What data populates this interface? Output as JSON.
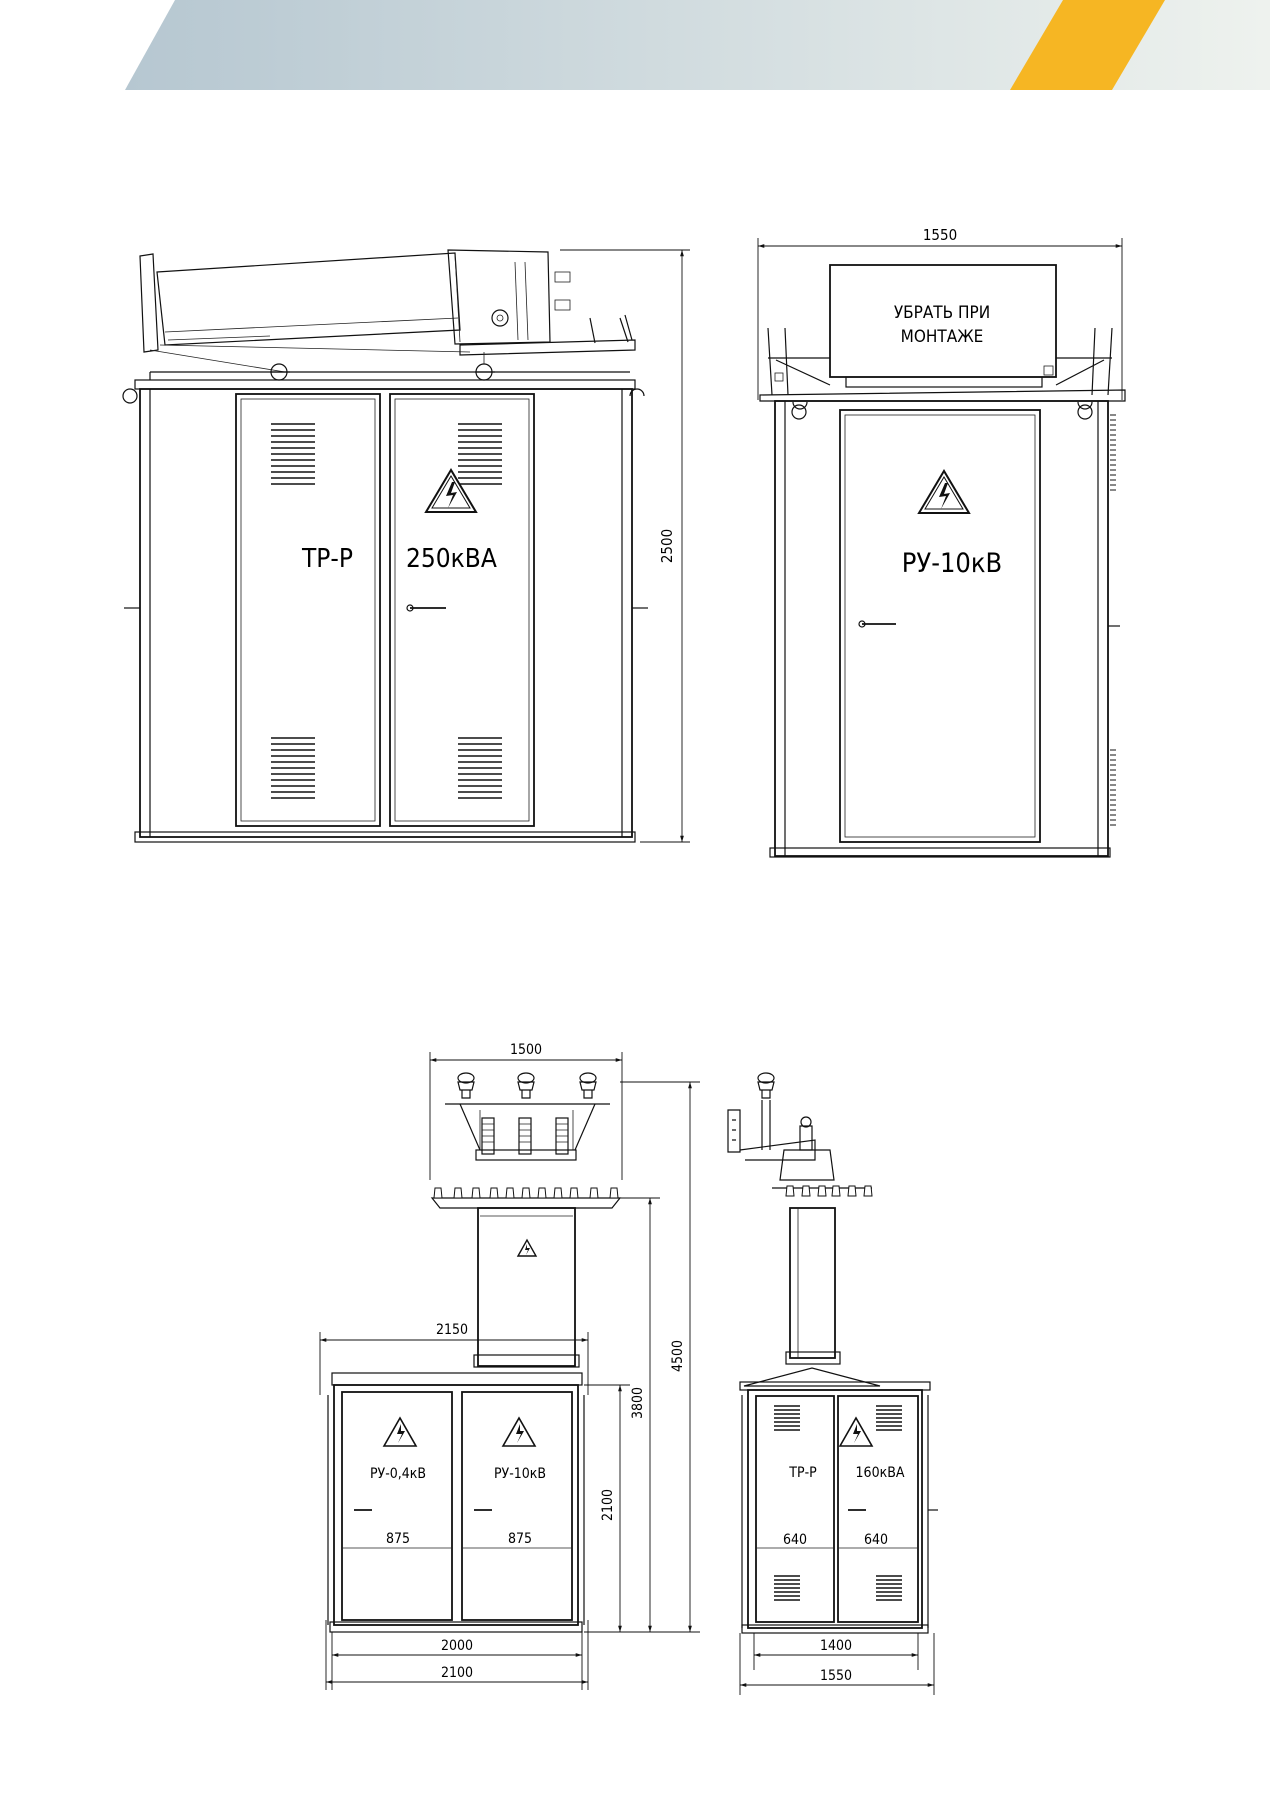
{
  "header": {
    "band_color_start": "#b9c8d2",
    "band_color_end": "#eef2f0",
    "accent_color": "#f6b623"
  },
  "view1": {
    "label_left": "ТР-Р",
    "label_right": "250кВА",
    "dim_height": "2500"
  },
  "view2": {
    "dim_width": "1550",
    "note_line1": "УБРАТЬ ПРИ",
    "note_line2": "МОНТАЖЕ",
    "door_label": "РУ-10кВ"
  },
  "view3": {
    "dim_top": "1500",
    "dim_roof": "2150",
    "dim_h_total": "4500",
    "dim_h_mid": "3800",
    "dim_h_body": "2100",
    "door1_label": "РУ-0,4кВ",
    "door2_label": "РУ-10кВ",
    "door1_width": "875",
    "door2_width": "875",
    "dim_base1": "2000",
    "dim_base2": "2100"
  },
  "view4": {
    "door1_label": "ТР-Р",
    "door2_label": "160кВА",
    "door1_width": "640",
    "door2_width": "640",
    "dim_base1": "1400",
    "dim_base2": "1550"
  }
}
